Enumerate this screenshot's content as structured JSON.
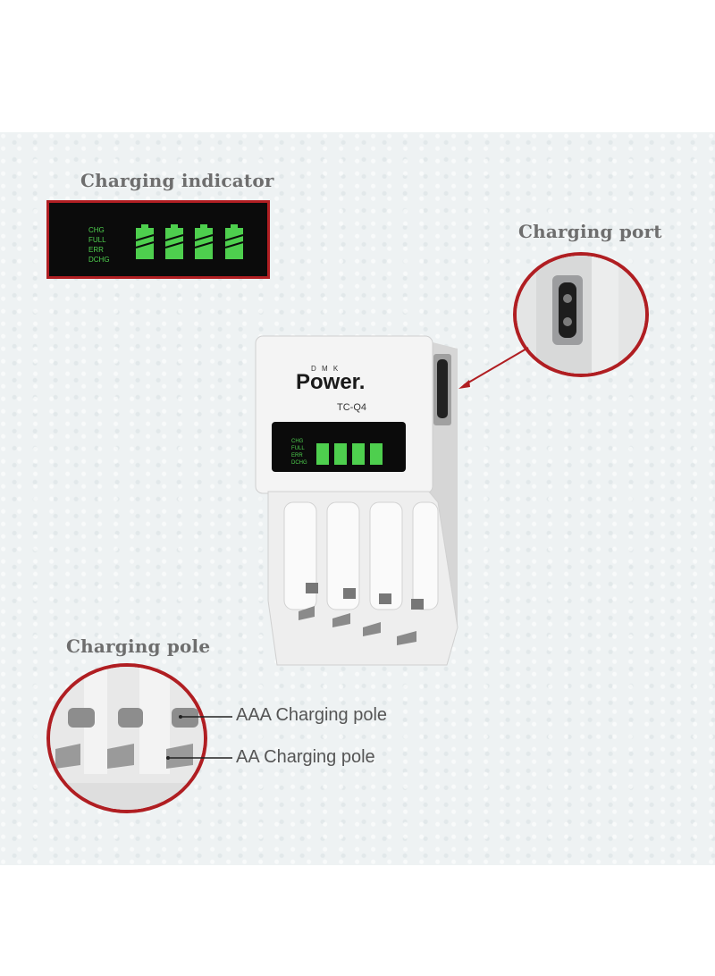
{
  "headings": {
    "indicator": "Charging indicator",
    "port": "Charging port",
    "pole": "Charging pole"
  },
  "indicator_panel": {
    "labels": [
      "CHG",
      "FULL",
      "ERR",
      "DCHG"
    ],
    "battery_count": 4,
    "led_color": "#4ecf4e"
  },
  "device": {
    "brand_small": "D M K",
    "brand": "Power.",
    "model": "TC-Q4",
    "slot_count": 4
  },
  "callouts": {
    "aaa": "AAA Charging pole",
    "aa": "AA Charging pole"
  },
  "colors": {
    "accent_red": "#b01e22",
    "heading_gray": "#6e6e6e",
    "device_white": "#f2f2f2"
  }
}
